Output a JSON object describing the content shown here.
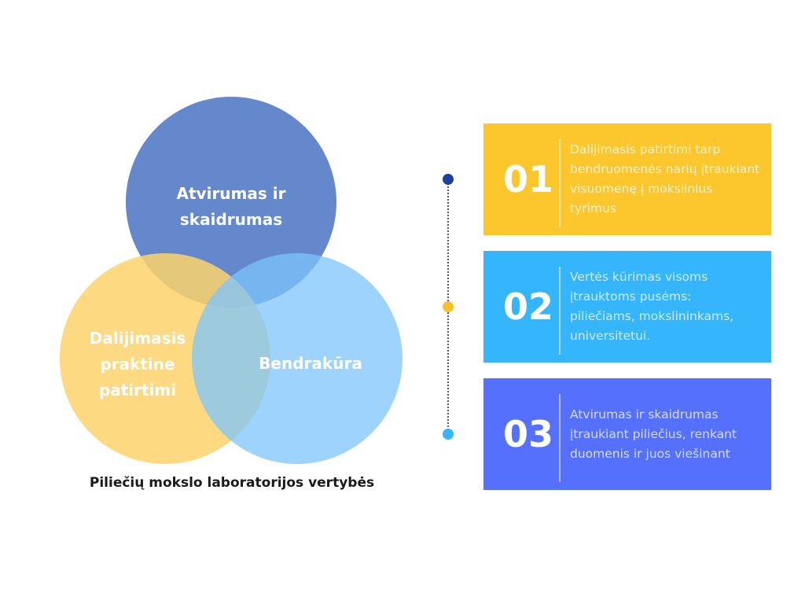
{
  "venn": {
    "circles": [
      {
        "label": "Atvirumas ir skaidrumas",
        "color": "#4f78c4"
      },
      {
        "label": "Dalijimasis praktine patirtimi",
        "color": "#fdd36c"
      },
      {
        "label": "Bendrakūra",
        "color": "#7ec4fc"
      }
    ],
    "caption": "Piliečių mokslo laboratorijos vertybės"
  },
  "cards": [
    {
      "number": "01",
      "text": "Dalijimasis patirtimi tarp bendruomenės narių įtraukiant visuomenę į mokslinius tyrimus",
      "color": "#fcc72c",
      "dot_color": "#1f3f9e"
    },
    {
      "number": "02",
      "text": "Vertės kūrimas visoms įtrauktoms pusėms: piliečiams, mokslininkams, universitetui.",
      "color": "#35b5fc",
      "dot_color": "#f6c12e"
    },
    {
      "number": "03",
      "text": "Atvirumas ir skaidrumas įtraukiant piliečius, renkant duomenis ir juos viešinant",
      "color": "#5470fd",
      "dot_color": "#35b5fc"
    }
  ]
}
